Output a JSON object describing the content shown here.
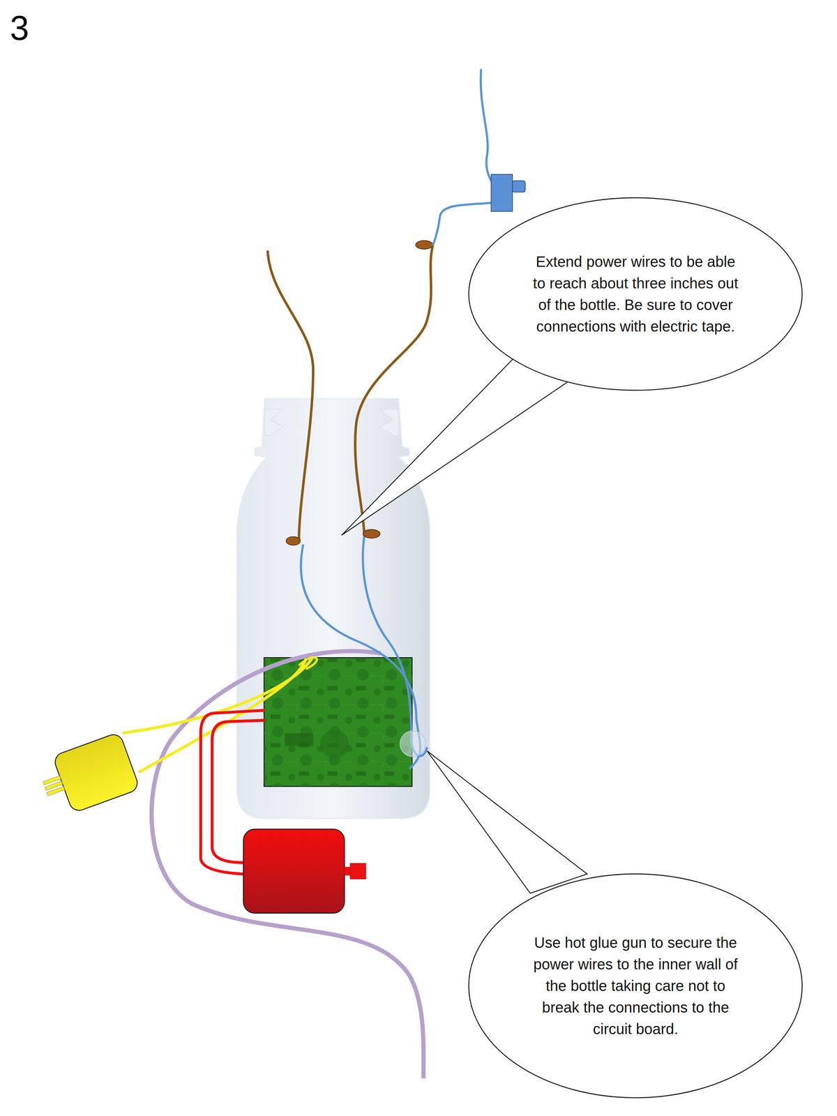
{
  "diagram": {
    "nodes": [
      {
        "text": [
          "Extend power wires to be able to reach about three inches out of the bottle. Be sure to cover connections with electric tape."
        ]
      },
      {
        "text": [
          "Use hot glue gun to secure the power wires to the inner wall of the bottle taking care not to break the connections to the circuit board."
        ]
      }
    ],
    "labels": [
      "3"
    ]
  }
}
